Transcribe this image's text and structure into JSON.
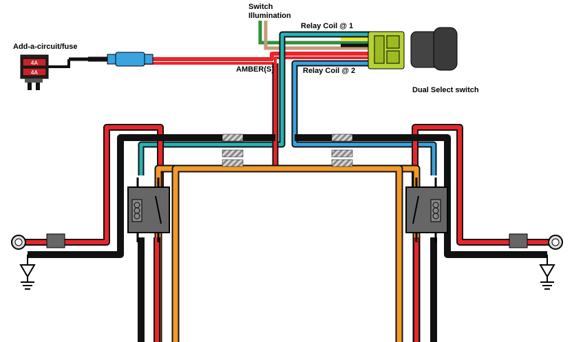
{
  "labels": {
    "fuse": "Add-a-circuit/fuse",
    "switch_illum_1": "Switch",
    "switch_illum_2": "Illumination",
    "relay_coil_1": "Relay Coil @ 1",
    "relay_coil_2": "Relay Coil @ 2",
    "amber": "AMBER(S)",
    "dual_switch": "Dual Select switch"
  },
  "fuse_values": [
    "4A",
    "4A"
  ],
  "colors": {
    "red": "#e8262b",
    "black": "#111111",
    "blue": "#3aa3e0",
    "teal": "#28b3b8",
    "orange": "#f39a2b",
    "green": "#2f8f3a",
    "tan": "#c49a7a",
    "yellow": "#f2e41c",
    "connector": "#b5d334"
  }
}
